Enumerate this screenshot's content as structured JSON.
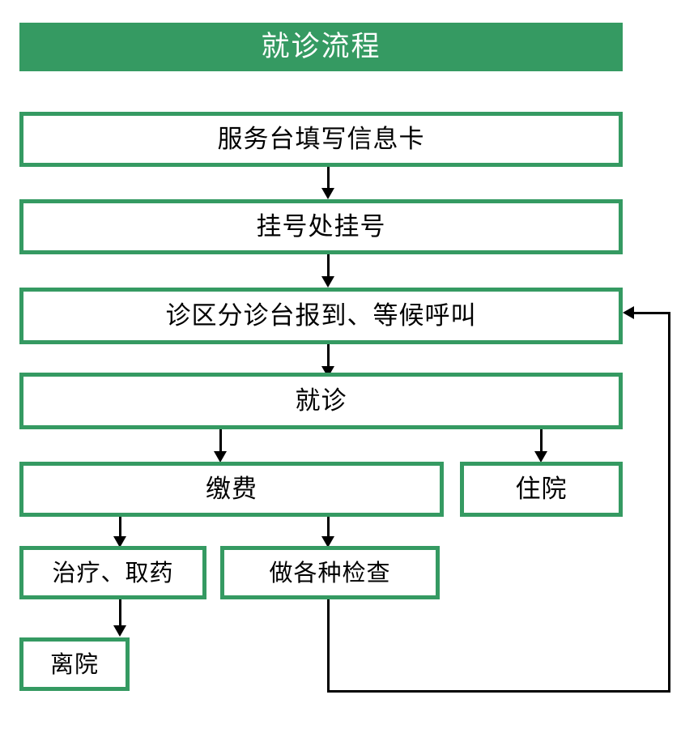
{
  "header": {
    "title": "就诊流程",
    "bg_color": "#359A62",
    "text_color": "#ffffff"
  },
  "theme": {
    "box_border_color": "#359A62",
    "box_fill_color": "#ffffff",
    "text_color": "#000000",
    "connector_color": "#000000"
  },
  "flowchart": {
    "nodes": [
      {
        "id": "reception",
        "label": "服务台填写信息卡"
      },
      {
        "id": "register",
        "label": "挂号处挂号"
      },
      {
        "id": "triage",
        "label": "诊区分诊台报到、等候呼叫"
      },
      {
        "id": "consult",
        "label": "就诊"
      },
      {
        "id": "payment",
        "label": "缴费"
      },
      {
        "id": "inpatient",
        "label": "住院"
      },
      {
        "id": "treatment",
        "label": "治疗、取药"
      },
      {
        "id": "exams",
        "label": "做各种检查"
      },
      {
        "id": "discharge",
        "label": "离院"
      }
    ],
    "edges": [
      {
        "from": "reception",
        "to": "register",
        "type": "down"
      },
      {
        "from": "register",
        "to": "triage",
        "type": "down"
      },
      {
        "from": "triage",
        "to": "consult",
        "type": "down"
      },
      {
        "from": "consult",
        "to": "payment",
        "type": "down"
      },
      {
        "from": "consult",
        "to": "inpatient",
        "type": "down"
      },
      {
        "from": "payment",
        "to": "treatment",
        "type": "down"
      },
      {
        "from": "payment",
        "to": "exams",
        "type": "down"
      },
      {
        "from": "treatment",
        "to": "discharge",
        "type": "down"
      },
      {
        "from": "exams",
        "to": "triage",
        "type": "feedback-loop"
      }
    ]
  }
}
